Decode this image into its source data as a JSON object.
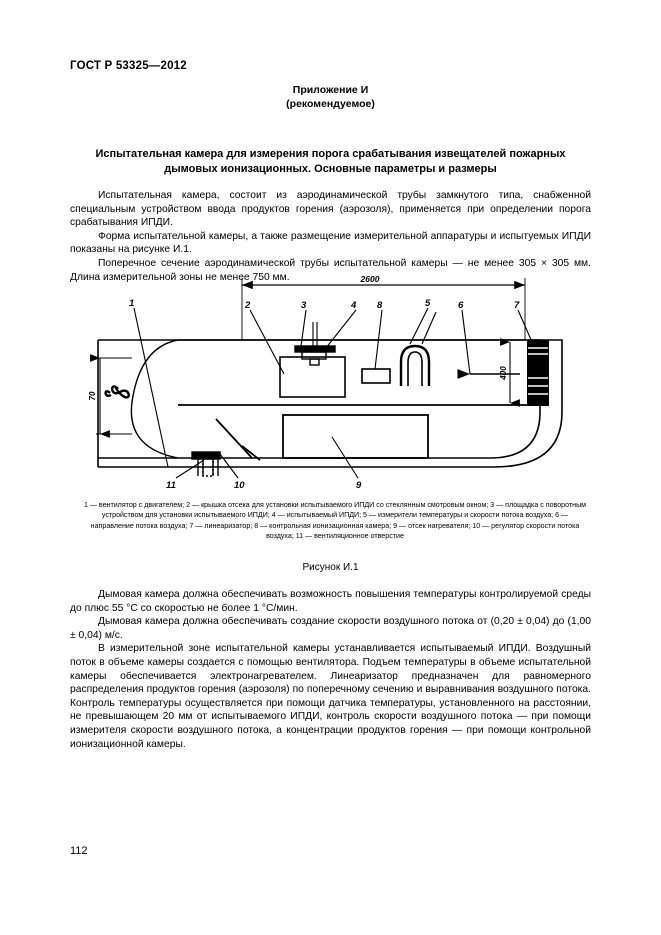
{
  "document": {
    "running_head": "ГОСТ Р 53325—2012",
    "page_number": "112"
  },
  "annex": {
    "line1": "Приложение И",
    "line2": "(рекомендуемое)"
  },
  "title": "Испытательная камера для измерения порога срабатывания извещателей пожарных дымовых ионизационных. Основные параметры и размеры",
  "paragraphs_before": [
    "Испытательная камера, состоит из аэродинамической трубы замкнутого типа, снабженной специальным устройством ввода продуктов горения (аэрозоля), применяется при определении порога срабатывания ИПДИ.",
    "Форма испытательной камеры, а также размещение измерительной аппаратуры и испытуемых ИПДИ показаны на рисунке И.1.",
    "Поперечное сечение аэродинамической трубы испытательной камеры — не менее 305 × 305 мм. Длина измерительной зоны не менее 750 мм."
  ],
  "figure": {
    "caption": "Рисунок И.1",
    "legend": "1 — вентилятор с двигателем; 2 — крышка отсека для установки испытываемого ИПДИ со стеклянным смотровым окном; 3 — площадка с поворотным устройством для установки испытываемого ИПДИ; 4 — испытываемый ИПДИ; 5 — измерители температуры и скорости потока воздуха; 6 — направление потока воздуха; 7 — линеаризатор; 8 — контрольная ионизационная камера; 9 — отсек нагревателя; 10 — регулятор скорости потока воздуха; 11 — вентиляционное отверстие",
    "dimensions": {
      "overall_length": "2600",
      "duct_height": "400",
      "left_height": "70"
    },
    "callouts": [
      "1",
      "2",
      "3",
      "4",
      "8",
      "5",
      "6",
      "7",
      "9",
      "10",
      "11"
    ]
  },
  "paragraphs_after": [
    "Дымовая камера должна обеспечивать возможность повышения температуры контролируемой среды до плюс 55 °С со скоростью не более 1 °С/мин.",
    "Дымовая камера должна обеспечивать создание скорости воздушного потока от (0,20 ± 0,04) до (1,00 ± 0,04) м/с.",
    "В измерительной зоне испытательной камеры устанавливается испытываемый ИПДИ. Воздушный поток в объеме камеры создается с помощью вентилятора. Подъем температуры в объеме испытательной камеры обеспечивается электронагревателем. Линеаризатор предназначен для равномерного распределения продуктов горения (аэрозоля) по поперечному сечению и выравнивания воздушного потока. Контроль температуры осуществляется при помощи датчика температуры, установленного на расстоянии, не превышающем 20 мм от испытываемого ИПДИ, контроль скорости воздушного потока — при помощи измерителя скорости воздушного потока, а концентрации продуктов горения — при помощи контрольной ионизационной камеры."
  ],
  "colors": {
    "ink": "#000000",
    "paper": "#ffffff"
  }
}
